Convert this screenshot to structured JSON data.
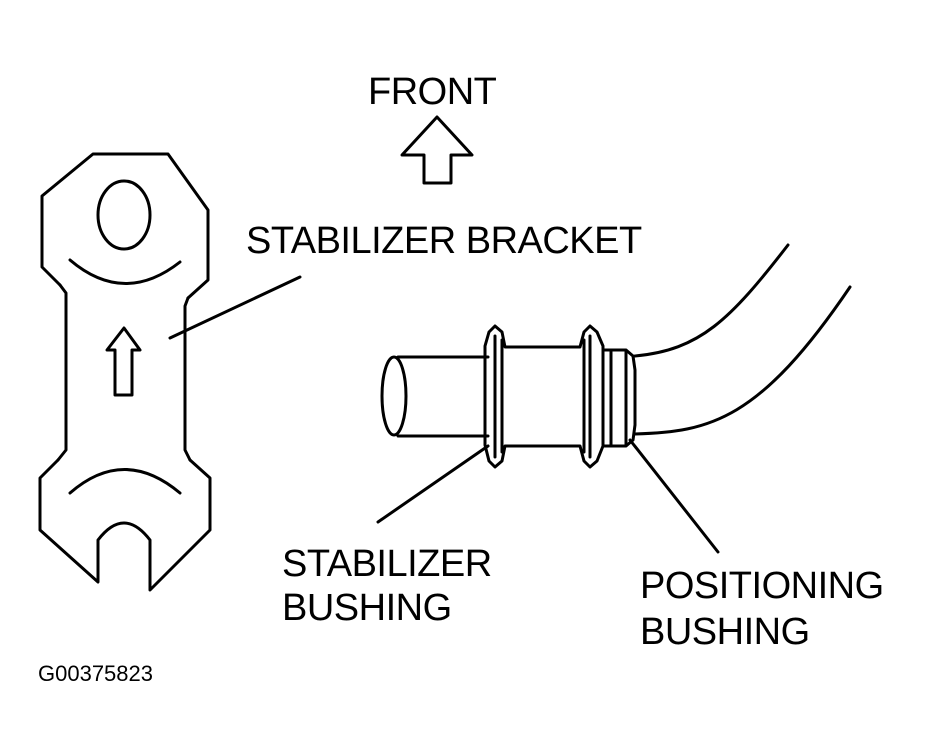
{
  "labels": {
    "front": "FRONT",
    "stabilizer_bracket": "STABILIZER BRACKET",
    "stabilizer_bushing_line1": "STABILIZER",
    "stabilizer_bushing_line2": "BUSHING",
    "positioning_bushing_line1": "POSITIONING",
    "positioning_bushing_line2": "BUSHING",
    "figure_id": "G00375823"
  },
  "colors": {
    "ink": "#000000",
    "paper": "#ffffff"
  }
}
